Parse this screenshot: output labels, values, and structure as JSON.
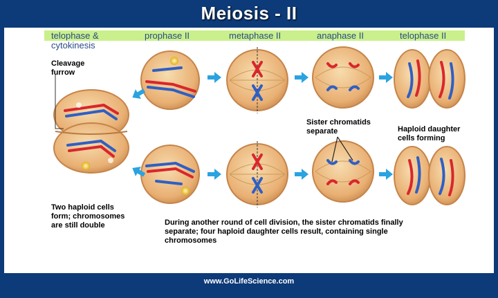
{
  "title": "Meiosis - II",
  "stages": [
    {
      "line1": "telophase &",
      "line2": "cytokinesis"
    },
    {
      "line1": "prophase II"
    },
    {
      "line1": "metaphase II"
    },
    {
      "line1": "anaphase II"
    },
    {
      "line1": "telophase II"
    }
  ],
  "notes": {
    "cleavage_line1": "Cleavage",
    "cleavage_line2": "furrow",
    "sister_line1": "Sister chromatids",
    "sister_line2": "separate",
    "haploid_line1": "Haploid daughter",
    "haploid_line2": "cells forming",
    "two_line1": "Two haploid cells",
    "two_line2": "form; chromosomes",
    "two_line3": "are still double",
    "caption_line1": "During another round of cell division, the sister chromatids finally",
    "caption_line2": "separate; four haploid daughter cells result, containing single",
    "caption_line3": "chromosomes"
  },
  "footer": "www.GoLifeScience.com",
  "colors": {
    "frame": "#0d3a78",
    "stage_bar": "#c9f08c",
    "cell_fill": "#e9b074",
    "cell_edge": "#c5844a",
    "chrom_red": "#d9262c",
    "chrom_blue": "#2f5fc4",
    "arrow": "#2aa3e0"
  }
}
